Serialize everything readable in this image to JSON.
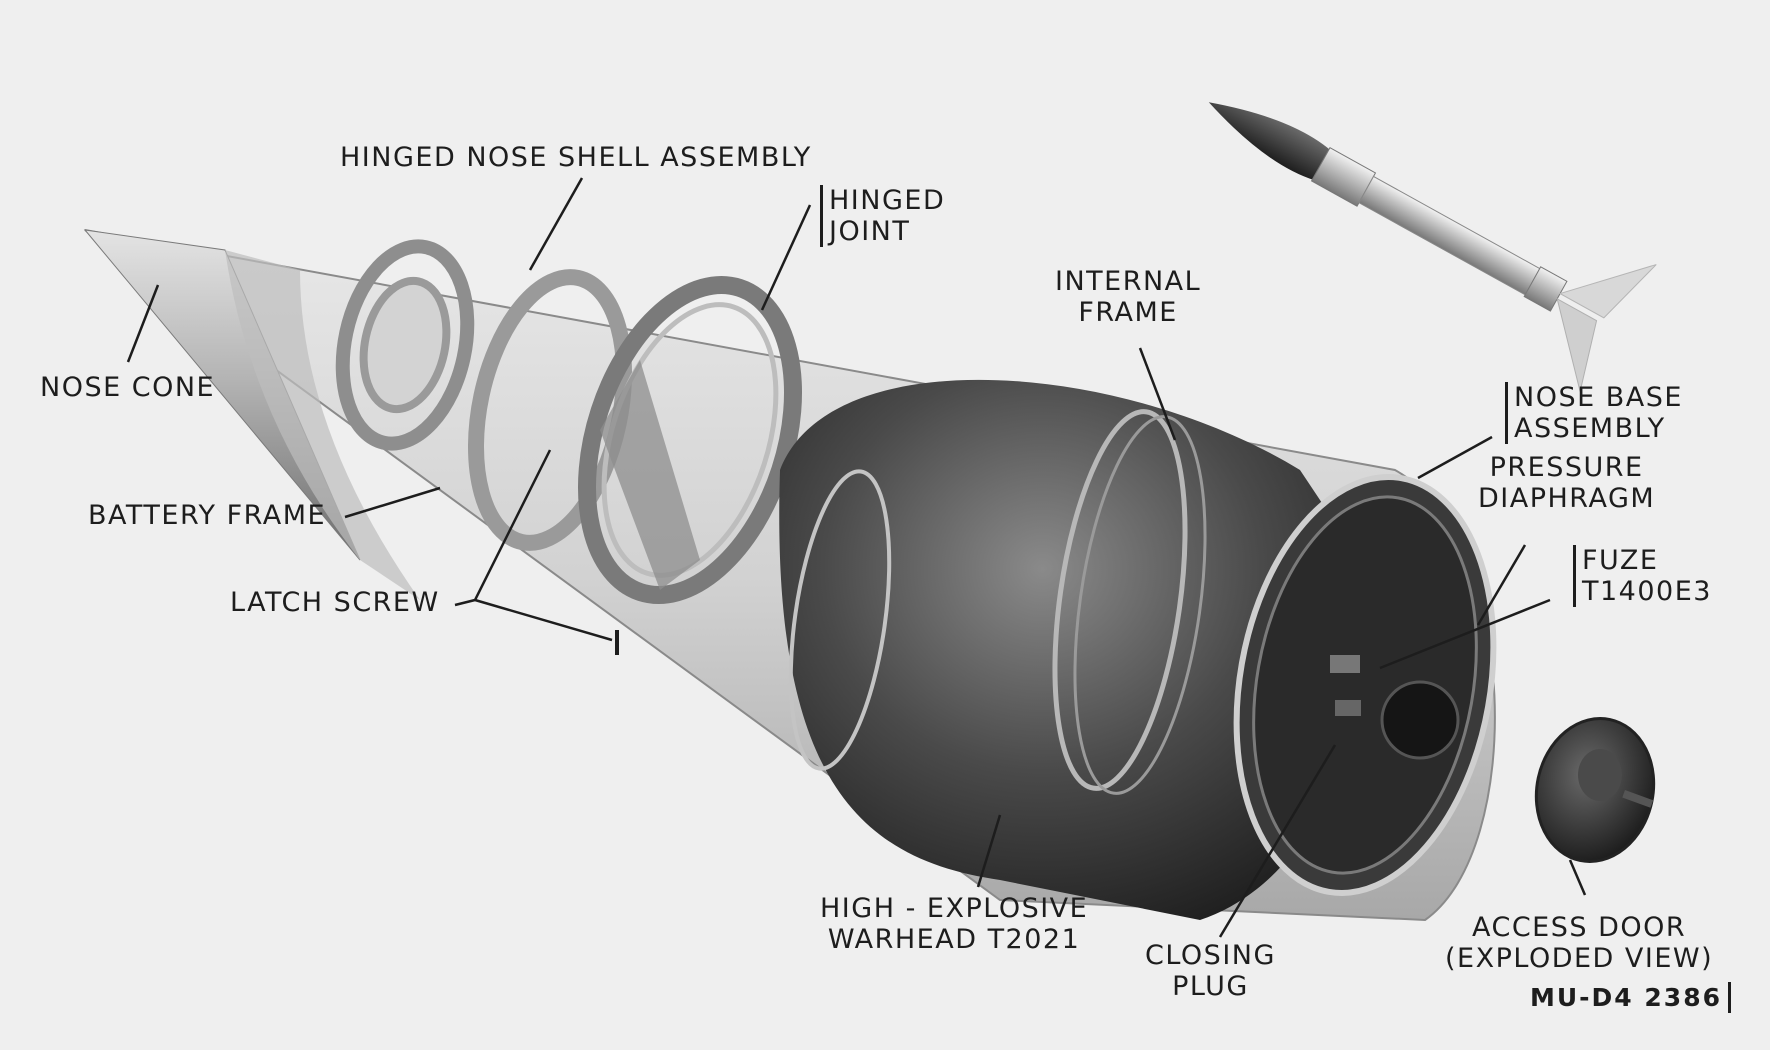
{
  "diagram": {
    "labels": {
      "hinged_nose_shell_assembly": "HINGED NOSE SHELL ASSEMBLY",
      "hinged_joint_line1": "HINGED",
      "hinged_joint_line2": "JOINT",
      "nose_cone": "NOSE CONE",
      "internal_frame_line1": "INTERNAL",
      "internal_frame_line2": "FRAME",
      "nose_base_assembly_line1": "NOSE BASE",
      "nose_base_assembly_line2": "ASSEMBLY",
      "pressure_diaphragm_line1": "PRESSURE",
      "pressure_diaphragm_line2": "DIAPHRAGM",
      "battery_frame": "BATTERY FRAME",
      "fuze_line1": "FUZE",
      "fuze_line2": "T1400E3",
      "latch_screw": "LATCH SCREW",
      "warhead_line1": "HIGH - EXPLOSIVE",
      "warhead_line2": "WARHEAD T2021",
      "closing_plug_line1": "CLOSING",
      "closing_plug_line2": "PLUG",
      "access_door_line1": "ACCESS DOOR",
      "access_door_line2": "(EXPLODED VIEW)",
      "figure_id": "MU-D4  2386"
    }
  },
  "colors": {
    "background": "#efefef",
    "ink": "#1d1d1d",
    "metal_dark": "#2e2e2e",
    "metal_mid": "#8a8a8a",
    "metal_light": "#d6d6d6"
  }
}
